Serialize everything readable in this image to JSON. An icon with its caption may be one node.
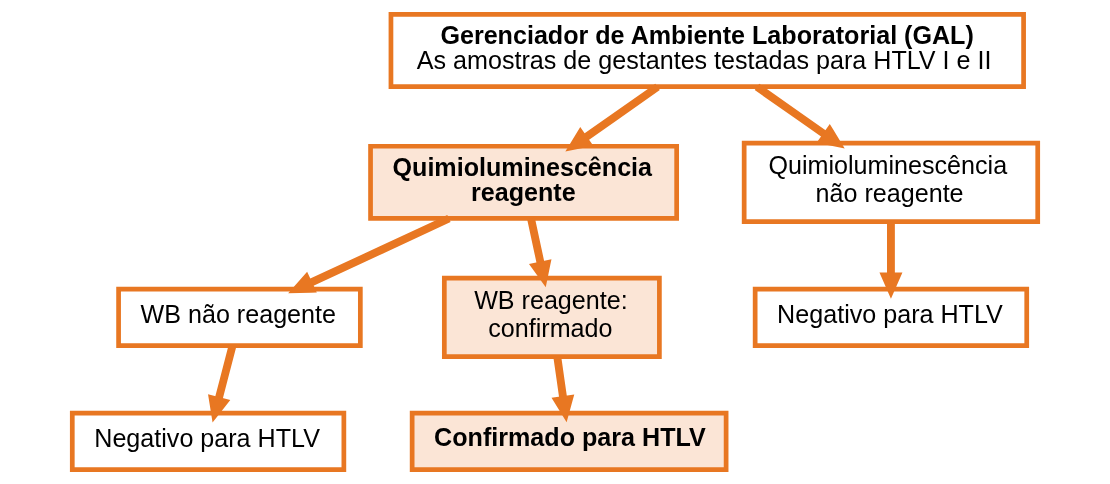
{
  "diagram": {
    "nodes": [
      {
        "text": [
          "Gerenciador de Ambiente Laboratorial (GAL)",
          "As amostras de gestantes testadas para HTLV I e II"
        ]
      },
      {
        "text": [
          "Quimioluminescência reagente"
        ]
      },
      {
        "text": [
          "Quimioluminescência não reagente"
        ]
      },
      {
        "text": [
          "WB não reagente"
        ]
      },
      {
        "text": [
          "WB reagente: confirmado"
        ]
      },
      {
        "text": [
          "Negativo para HTLV"
        ]
      },
      {
        "text": [
          "Negativo para HTLV"
        ]
      },
      {
        "text": [
          "Confirmado para HTLV"
        ]
      }
    ],
    "edges": [
      {
        "from": 0,
        "to": 1,
        "arrow": "to"
      },
      {
        "from": 0,
        "to": 2,
        "arrow": "to"
      },
      {
        "from": 1,
        "to": 3,
        "arrow": "to"
      },
      {
        "from": 1,
        "to": 4,
        "arrow": "to"
      },
      {
        "from": 2,
        "to": 5,
        "arrow": "to"
      },
      {
        "from": 3,
        "to": 6,
        "arrow": "to"
      },
      {
        "from": 4,
        "to": 7,
        "arrow": "to"
      }
    ]
  }
}
